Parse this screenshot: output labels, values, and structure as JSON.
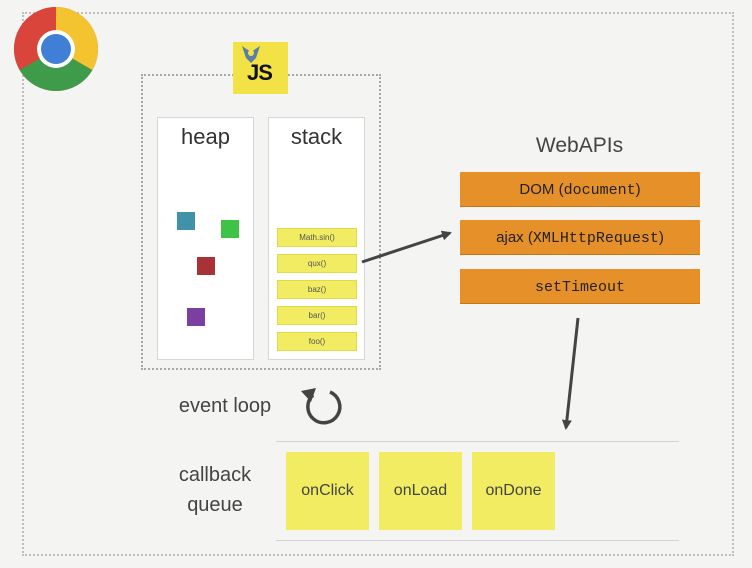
{
  "browser": {
    "icon": "chrome-logo-icon"
  },
  "engine": {
    "badge_text": "JS",
    "badge_color": "#f3e245"
  },
  "heap": {
    "title": "heap",
    "objects": [
      {
        "color": "#3f92a8"
      },
      {
        "color": "#3ec347"
      },
      {
        "color": "#a83236"
      },
      {
        "color": "#7a3fa0"
      }
    ]
  },
  "stack": {
    "title": "stack",
    "frames": [
      "Math.sin()",
      "qux()",
      "baz()",
      "bar()",
      "foo()"
    ]
  },
  "webapis": {
    "title": "WebAPIs",
    "items": [
      {
        "prefix": "DOM (",
        "code": "document",
        "suffix": ")"
      },
      {
        "prefix": "ajax (",
        "code": "XMLHttpRequest",
        "suffix": ")"
      },
      {
        "prefix": "",
        "code": "setTimeout",
        "suffix": ""
      }
    ],
    "color": "#e6902a"
  },
  "event_loop": {
    "label": "event loop"
  },
  "callback_queue": {
    "label_line1": "callback",
    "label_line2": "queue",
    "items": [
      "onClick",
      "onLoad",
      "onDone"
    ],
    "color": "#f1ec62"
  }
}
